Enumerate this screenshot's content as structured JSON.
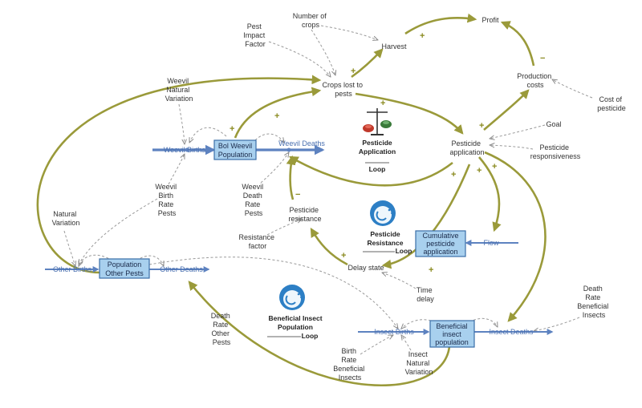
{
  "stocks": {
    "weevil": "Bol Weevil Population",
    "other": "Population Other Pests",
    "cumulative": "Cumulative pesticide application",
    "beneficial": "Beneficial insect population"
  },
  "flows": {
    "weevil_births": "Weevil Births",
    "weevil_deaths": "Weevil Deaths",
    "other_births": "Other Births",
    "other_deaths": "Other Deaths",
    "flow": "Flow",
    "insect_births": "Insect Births",
    "insect_deaths": "Insect Deaths"
  },
  "variables": {
    "profit": "Profit",
    "number_of_crops": "Number of crops",
    "pest_impact_factor": "Pest Impact Factor",
    "harvest": "Harvest",
    "crops_lost": "Crops lost to pests",
    "production_costs": "Production costs",
    "cost_of_pesticide": "Cost of pesticide",
    "goal": "Goal",
    "pesticide_application": "Pesticide application",
    "pesticide_responsiveness": "Pesticide responsiveness",
    "weevil_natural_variation": "Weevil Natural Variation",
    "weevil_birth_rate": "Weevil Birth Rate Pests",
    "weevil_death_rate": "Weevil Death Rate Pests",
    "pesticide_resistance": "Pesticide resistance",
    "resistance_factor": "Resistance factor",
    "natural_variation": "Natural Variation",
    "delay_state": "Delay state",
    "time_delay": "Time delay",
    "death_rate_other": "Death Rate Other Pests",
    "death_rate_beneficial": "Death Rate Beneficial Insects",
    "birth_rate_beneficial": "Birth Rate Beneficial Insects",
    "insect_natural_variation": "Insect Natural Variation"
  },
  "loops": {
    "application": {
      "name": "Pesticide Application",
      "suffix": "Loop",
      "icon": "balance-scale-icon"
    },
    "resistance": {
      "name": "Pesticide Resistance",
      "suffix": "Loop",
      "icon": "reinforcing-loop-icon"
    },
    "beneficial": {
      "name": "Beneficial Insect Population",
      "suffix": "Loop",
      "icon": "reinforcing-loop-icon"
    }
  },
  "signs": {
    "plus": "+",
    "minus": "−"
  },
  "colors": {
    "causal_link": "#9a9a3a",
    "flow": "#5d82c0",
    "stock_fill": "#a8d0ee",
    "stock_border": "#3a6ea8",
    "info_link": "#9a9a9a"
  }
}
